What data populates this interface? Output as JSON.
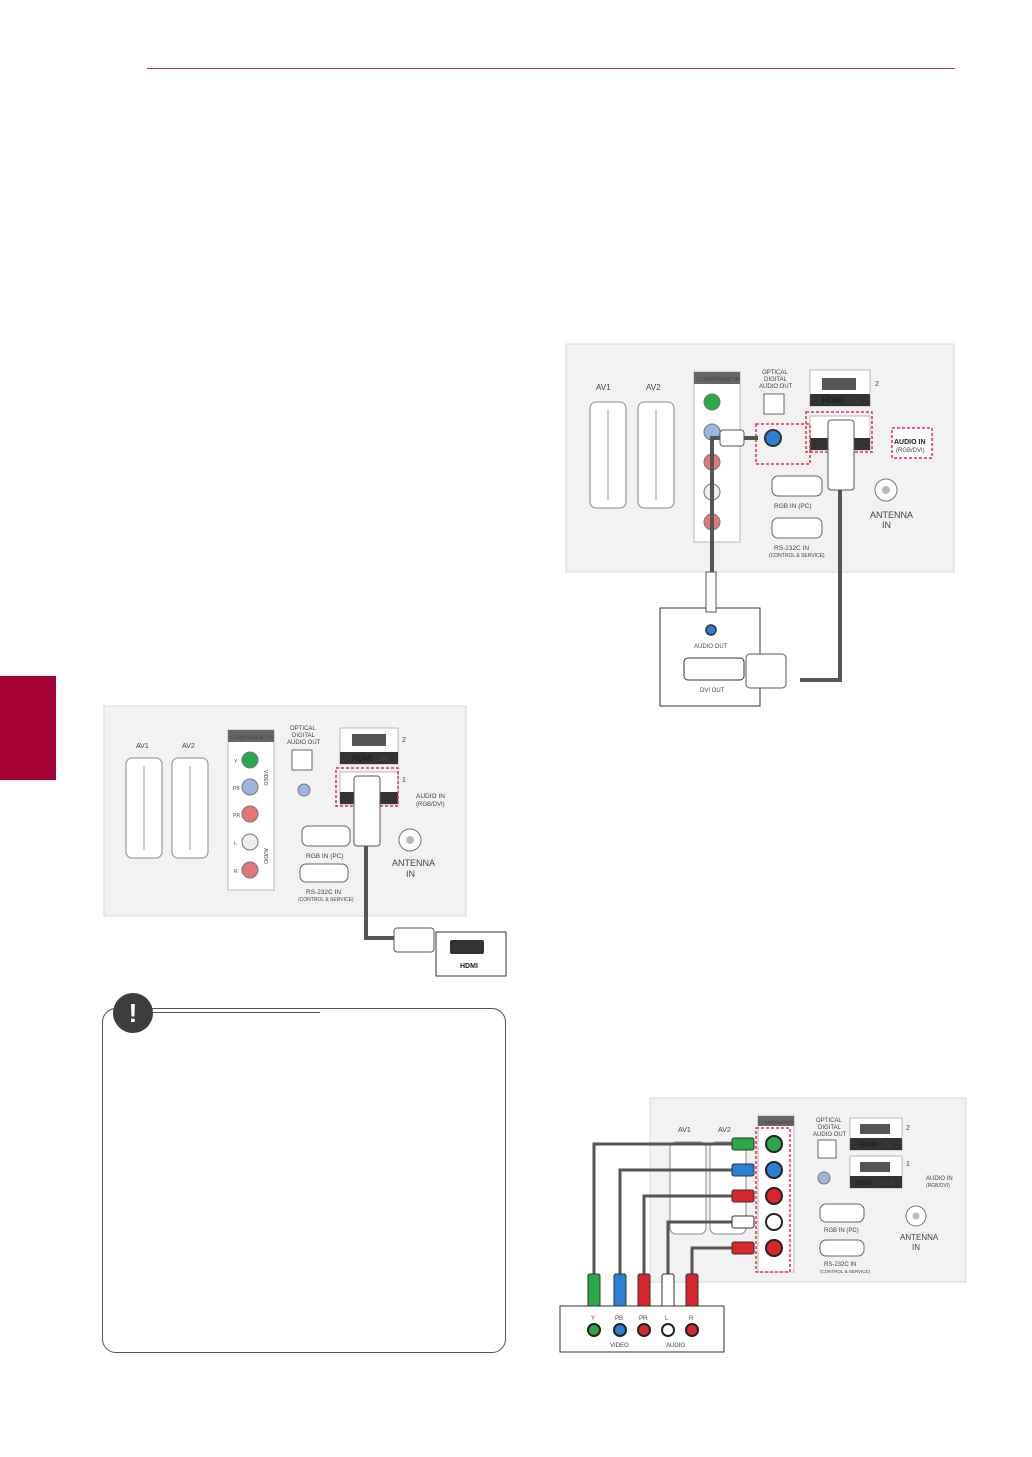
{
  "colors": {
    "brand": "#a50034",
    "panel": "#f2f2f2",
    "highlight": "#e0304e",
    "green": "#2aa84a",
    "blue": "#2b7fd4",
    "red": "#d9262e"
  },
  "panels": {
    "hdmi": {
      "av1": "AV1",
      "av2": "AV2",
      "component_in": "COMPONENT IN",
      "y": "Y",
      "pb": "PB",
      "pr": "PR",
      "l": "L",
      "r": "R",
      "video": "VIDEO",
      "audio": "AUDIO",
      "optical_1": "OPTICAL",
      "optical_2": "DIGITAL",
      "optical_3": "AUDIO OUT",
      "hdmi_logo": "HDMI",
      "hdmi_in": "IN",
      "port_2": "2",
      "port_1": "1",
      "audio_in": "AUDIO IN",
      "audio_in_sub": "(RGB/DVI)",
      "rgb_in": "RGB IN (PC)",
      "rs232": "RS-232C IN",
      "rs232_sub": "(CONTROL & SERVICE)",
      "antenna_1": "ANTENNA",
      "antenna_2": "IN",
      "device_port": "HDMI"
    },
    "dvi": {
      "av1": "AV1",
      "av2": "AV2",
      "component_in": "COMPONENT IN",
      "optical_1": "OPTICAL",
      "optical_2": "DIGITAL",
      "optical_3": "AUDIO OUT",
      "hdmi_logo": "HDMI",
      "hdmi_in": "IN",
      "port_2": "2",
      "audio_in": "AUDIO IN",
      "audio_in_sub": "(RGB/DVI)",
      "rgb_in": "RGB IN (PC)",
      "rs232": "RS-232C IN",
      "rs232_sub": "(CONTROL & SERVICE)",
      "antenna_1": "ANTENNA",
      "antenna_2": "IN",
      "audio_out": "AUDIO OUT",
      "dvi_out": "DVI OUT"
    },
    "component": {
      "av1": "AV1",
      "av2": "AV2",
      "component_in": "COMPONENT IN",
      "optical_1": "OPTICAL",
      "optical_2": "DIGITAL",
      "optical_3": "AUDIO OUT",
      "hdmi_logo": "HDMI",
      "hdmi_in": "IN",
      "hdmi_dvi_in": "/ DVI IN",
      "port_2": "2",
      "port_1": "1",
      "audio_in": "AUDIO IN",
      "audio_in_sub": "(RGB/DVI)",
      "rgb_in": "RGB IN (PC)",
      "rs232": "RS-232C IN",
      "rs232_sub": "(CONTROL & SERVICE)",
      "antenna_1": "ANTENNA",
      "antenna_2": "IN",
      "dev_y": "Y",
      "dev_pb": "PB",
      "dev_pr": "PR",
      "dev_l": "L",
      "dev_r": "R",
      "dev_video": "VIDEO",
      "dev_audio": "AUDIO"
    }
  },
  "note": {
    "icon": "!"
  }
}
